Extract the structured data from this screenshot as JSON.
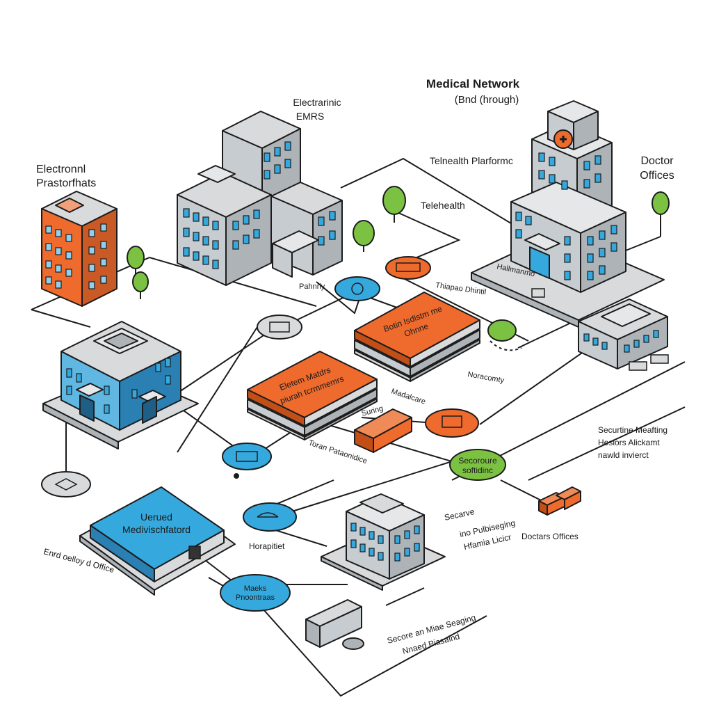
{
  "title": {
    "line1": "Medical Network",
    "line2": "(Bnd (hrough)"
  },
  "labels": {
    "emrs_line1": "Electrarinic",
    "emrs_line2": "EMRS",
    "electronic_line1": "Electronnl",
    "electronic_line2": "Prastorfhats",
    "doctor_line1": "Doctor",
    "doctor_line2": "Offices",
    "telehealth_platform": "Telnealth Plarformc",
    "telehealth": "Telehealth",
    "pahnrly": "Pahnrly",
    "thiapao": "Thiapao Dhintil",
    "hallmark": "Hallmanmo",
    "noracomty": "Noracomty",
    "madalcare": "Madalcare",
    "suring": "Suring",
    "toran": "Toran Pataonidice",
    "secure_meeting_1": "Securtine Meafting",
    "secure_meeting_2": "Heslors Alickamt",
    "secure_meeting_3": "nawld invierct",
    "secure_publishing_1": "Secarve",
    "secure_publishing_2": "ino Pulbiseging",
    "secure_publishing_3": "Hfamia Licicr",
    "doctors_offices": "Doctars Offices",
    "horapitet": "Horapitiet",
    "ennd_office": "Enrd oelloy d Office",
    "secure_message_1": "Secore an Miae Seaging",
    "secure_message_2": "Nnaed Piasaind"
  },
  "nodes": {
    "secure_software_line1": "Secoroure",
    "secure_software_line2": "softidinc",
    "platform_a_line1": "Eletem Matdrs",
    "platform_a_line2": "piurah tcrmmemrs",
    "platform_b_line1": "Botin Isdlstm me",
    "platform_b_line2": "Ohnne",
    "united_line1": "Uerued",
    "united_line2": "Medivischfatord",
    "hub_line1": "Maeks",
    "hub_line2": "Pnoontraas"
  },
  "colors": {
    "blue": "#35a9de",
    "blue_dark": "#2a7fb3",
    "orange": "#ee6b2d",
    "orange_dark": "#c24f17",
    "green_tree": "#7cc242",
    "gray_top": "#d8dadc",
    "gray_side": "#aeb3b8"
  }
}
